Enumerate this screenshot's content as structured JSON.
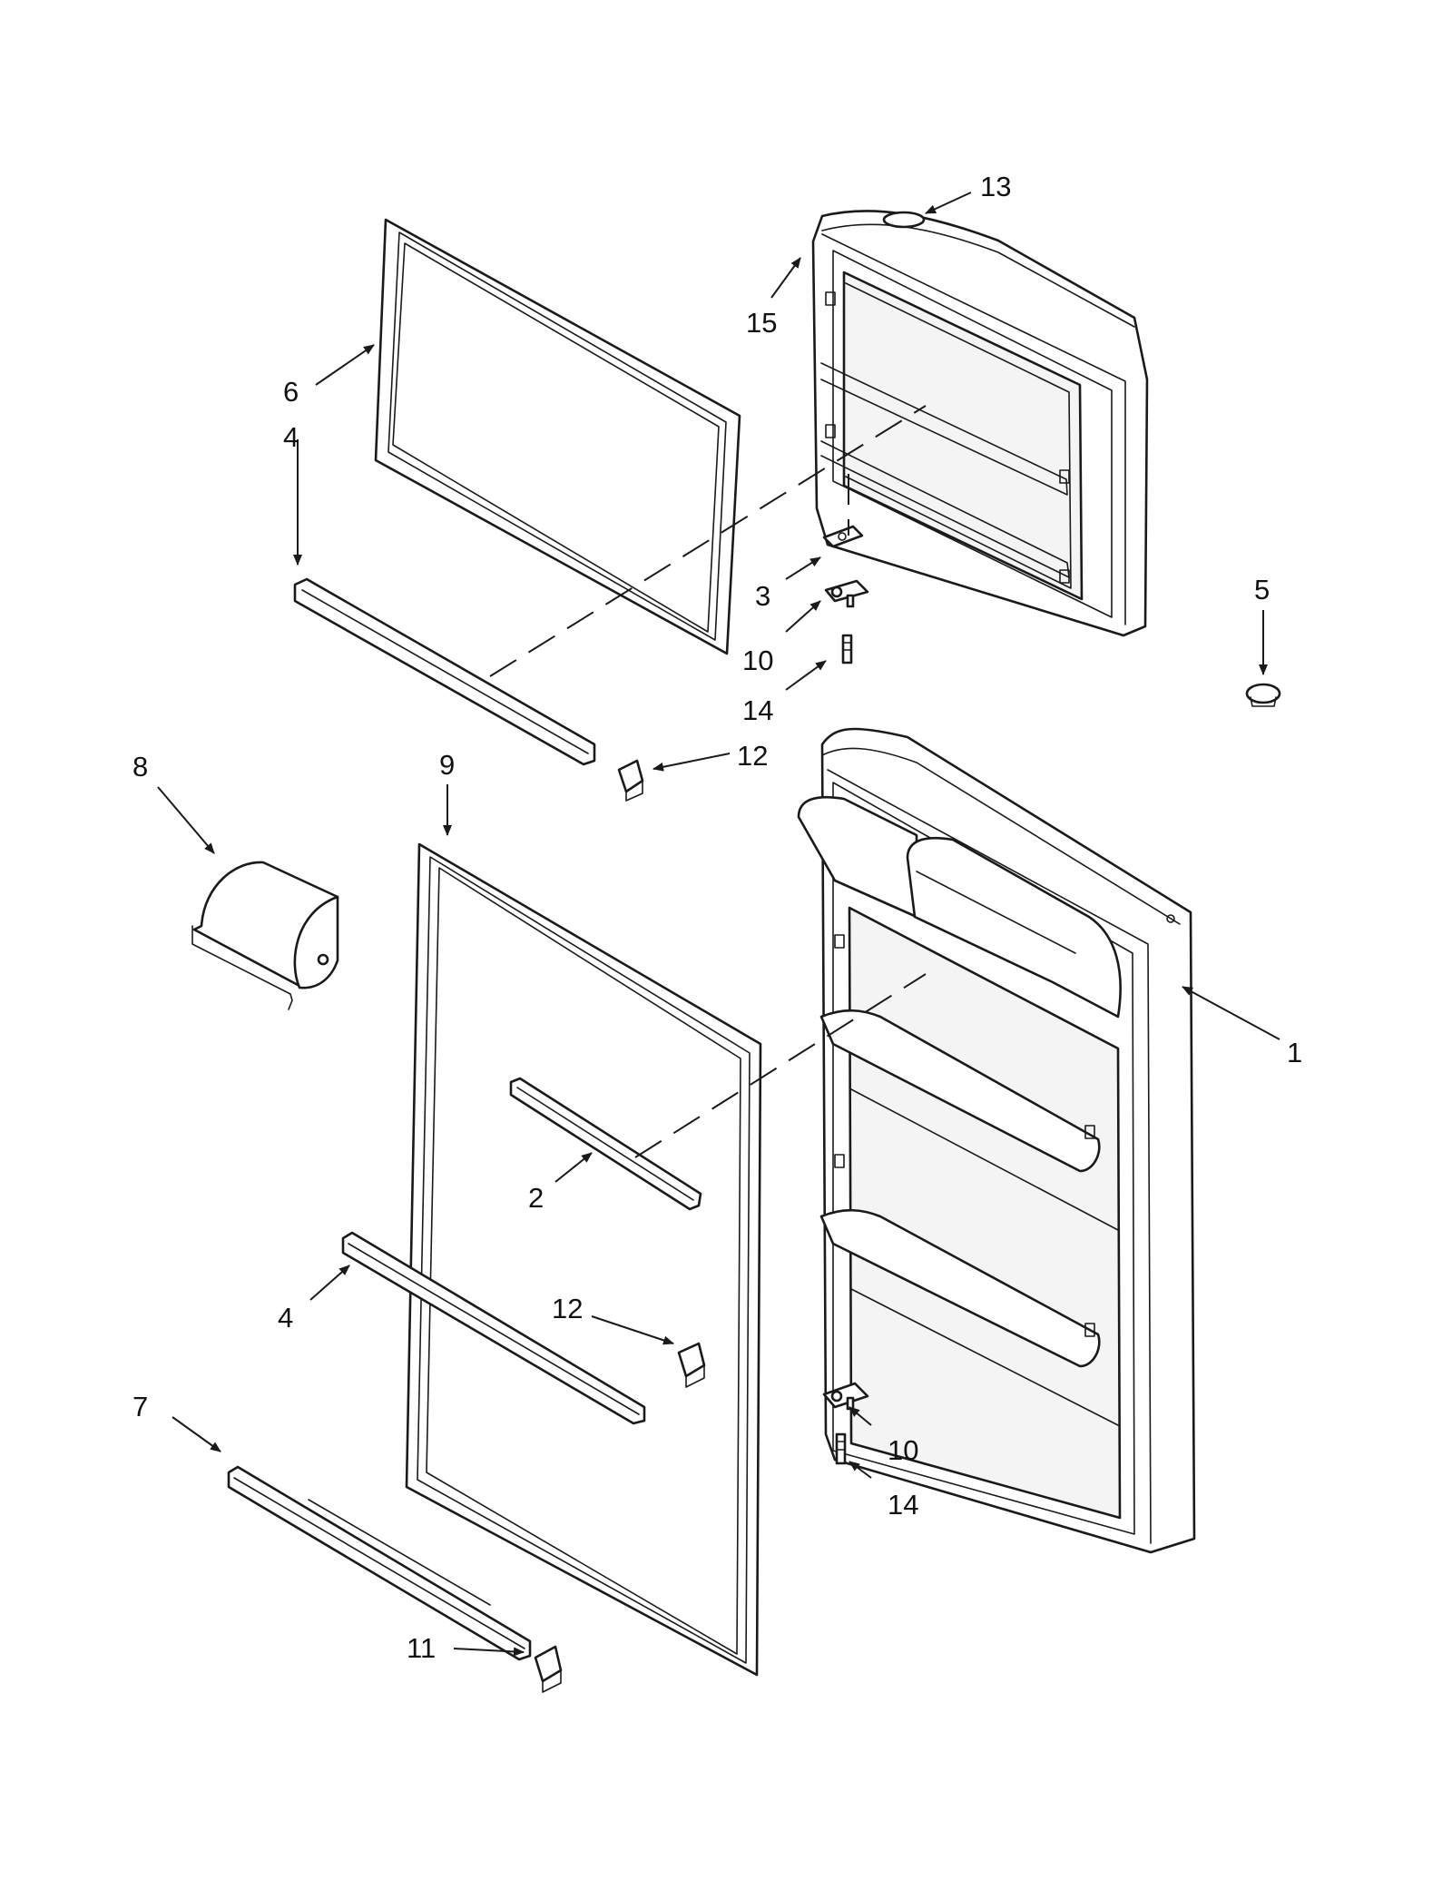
{
  "callouts": [
    {
      "id": "c1",
      "text": "1"
    },
    {
      "id": "c2",
      "text": "2"
    },
    {
      "id": "c3",
      "text": "3"
    },
    {
      "id": "c4a",
      "text": "4"
    },
    {
      "id": "c4b",
      "text": "4"
    },
    {
      "id": "c5",
      "text": "5"
    },
    {
      "id": "c6",
      "text": "6"
    },
    {
      "id": "c7",
      "text": "7"
    },
    {
      "id": "c8",
      "text": "8"
    },
    {
      "id": "c9",
      "text": "9"
    },
    {
      "id": "c10a",
      "text": "10"
    },
    {
      "id": "c10b",
      "text": "10"
    },
    {
      "id": "c11",
      "text": "11"
    },
    {
      "id": "c12a",
      "text": "12"
    },
    {
      "id": "c12b",
      "text": "12"
    },
    {
      "id": "c13",
      "text": "13"
    },
    {
      "id": "c14a",
      "text": "14"
    },
    {
      "id": "c14b",
      "text": "14"
    },
    {
      "id": "c15",
      "text": "15"
    }
  ]
}
